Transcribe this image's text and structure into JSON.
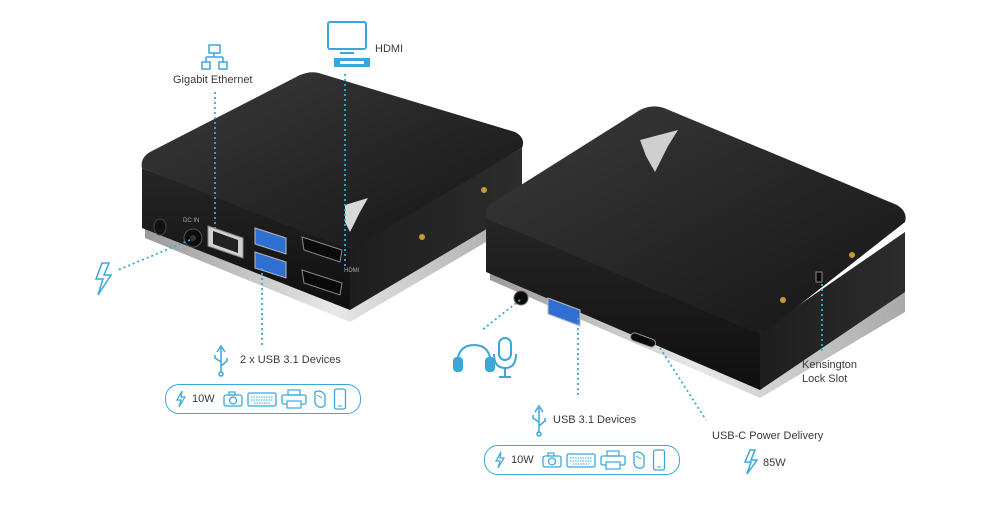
{
  "labels": {
    "gigabit_ethernet": "Gigabit Ethernet",
    "hdmi": "HDMI",
    "usb31_left": "2 x USB 3.1 Devices",
    "usb31_right": "USB 3.1 Devices",
    "usbc_pd": "USB-C Power Delivery",
    "kensington": "Kensington",
    "lock_slot": "Lock Slot",
    "power_85w": "85W",
    "pill_left_power": "10W",
    "pill_right_power": "10W"
  },
  "device_markings": {
    "dc_in": "DC IN",
    "hdmi_port": "HDMI"
  },
  "icons": {
    "network": "network-icon",
    "monitor": "monitor-icon",
    "usb": "usb-icon",
    "lightning": "lightning-icon",
    "headphones": "headphones-icon",
    "microphone": "microphone-icon",
    "camera": "camera-icon",
    "keyboard": "keyboard-icon",
    "printer": "printer-icon",
    "mouse": "mouse-icon",
    "phone": "phone-icon"
  },
  "colors": {
    "accent_blue": "#3aa7d8",
    "device_body": "#1c1c1c",
    "port_blue": "#2f6fd1"
  }
}
